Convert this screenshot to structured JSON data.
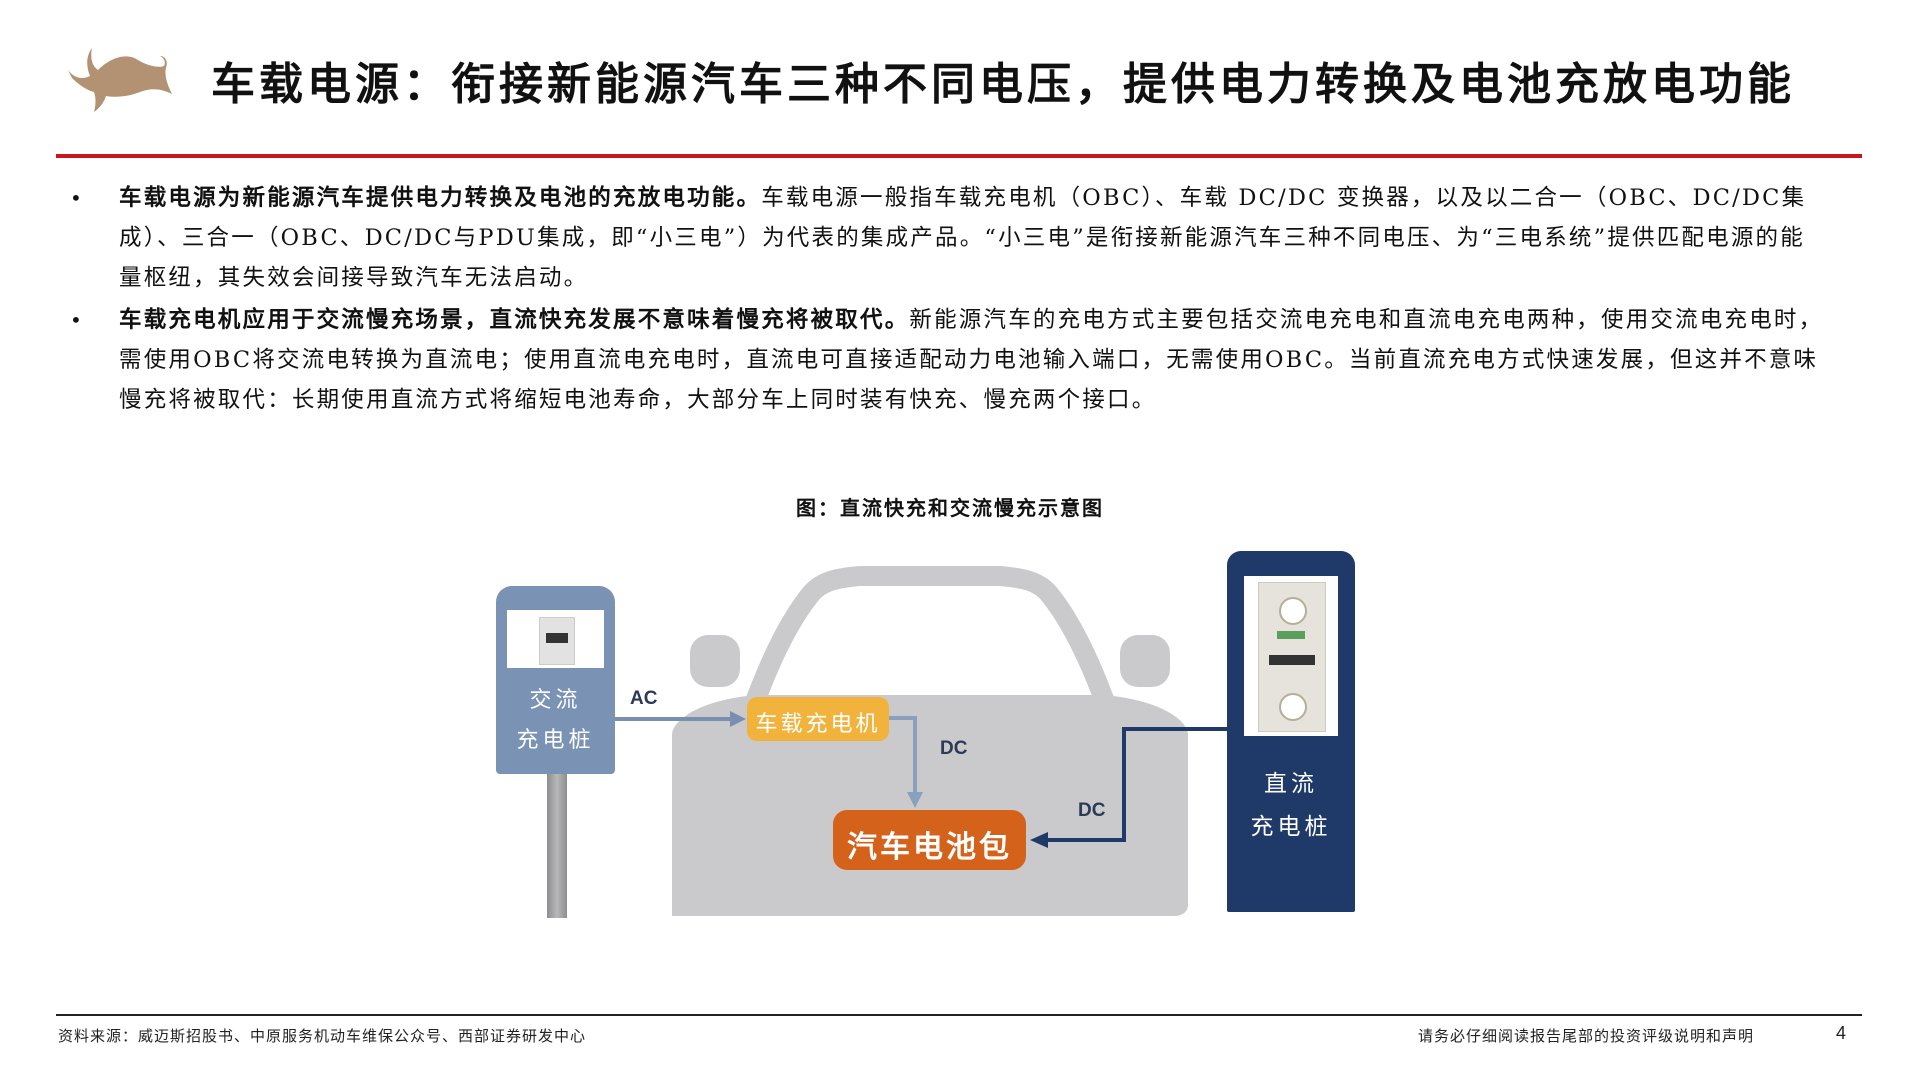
{
  "header": {
    "logo": "bull-logo-icon",
    "title": "车载电源：衔接新能源汽车三种不同电压，提供电力转换及电池充放电功能",
    "accent_color": "#c8161e",
    "logo_color": "#b39274"
  },
  "bullets": [
    {
      "bold": "车载电源为新能源汽车提供电力转换及电池的充放电功能。",
      "text": "车载电源一般指车载充电机（OBC）、车载 DC/DC 变换器，以及以二合一（OBC、DC/DC集成）、三合一（OBC、DC/DC与PDU集成，即“小三电”）为代表的集成产品。“小三电”是衔接新能源汽车三种不同电压、为“三电系统”提供匹配电源的能量枢纽，其失效会间接导致汽车无法启动。"
    },
    {
      "bold": "车载充电机应用于交流慢充场景，直流快充发展不意味着慢充将被取代。",
      "text": "新能源汽车的充电方式主要包括交流电充电和直流电充电两种，使用交流电充电时，需使用OBC将交流电转换为直流电；使用直流电充电时，直流电可直接适配动力电池输入端口，无需使用OBC。当前直流充电方式快速发展，但这并不意味慢充将被取代：长期使用直流方式将缩短电池寿命，大部分车上同时装有快充、慢充两个接口。"
    }
  ],
  "figure": {
    "caption": "图：直流快充和交流慢充示意图",
    "ac_pile": {
      "line1": "交流",
      "line2": "充电桩",
      "color": "#7a93b4"
    },
    "dc_pile": {
      "line1": "直流",
      "line2": "充电桩",
      "color": "#1f3a68"
    },
    "obc_label": "车载充电机",
    "obc_color": "#f2b33d",
    "battery_label": "汽车电池包",
    "battery_color": "#d4621b",
    "ac_arrow_label": "AC",
    "dc_arrow_label_1": "DC",
    "dc_arrow_label_2": "DC",
    "car_color": "#cacacc"
  },
  "footer": {
    "source": "资料来源：威迈斯招股书、中原服务机动车维保公众号、西部证券研发中心",
    "disclaimer": "请务必仔细阅读报告尾部的投资评级说明和声明",
    "page_number": "4"
  }
}
